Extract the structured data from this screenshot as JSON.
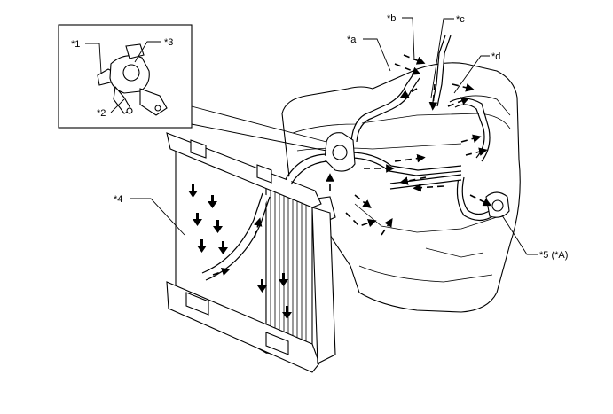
{
  "labels": {
    "a": "*a",
    "b": "*b",
    "c": "*c",
    "d": "*d",
    "p1": "*1",
    "p2": "*2",
    "p3": "*3",
    "p4": "*4",
    "p5": "*5 (*A)"
  }
}
